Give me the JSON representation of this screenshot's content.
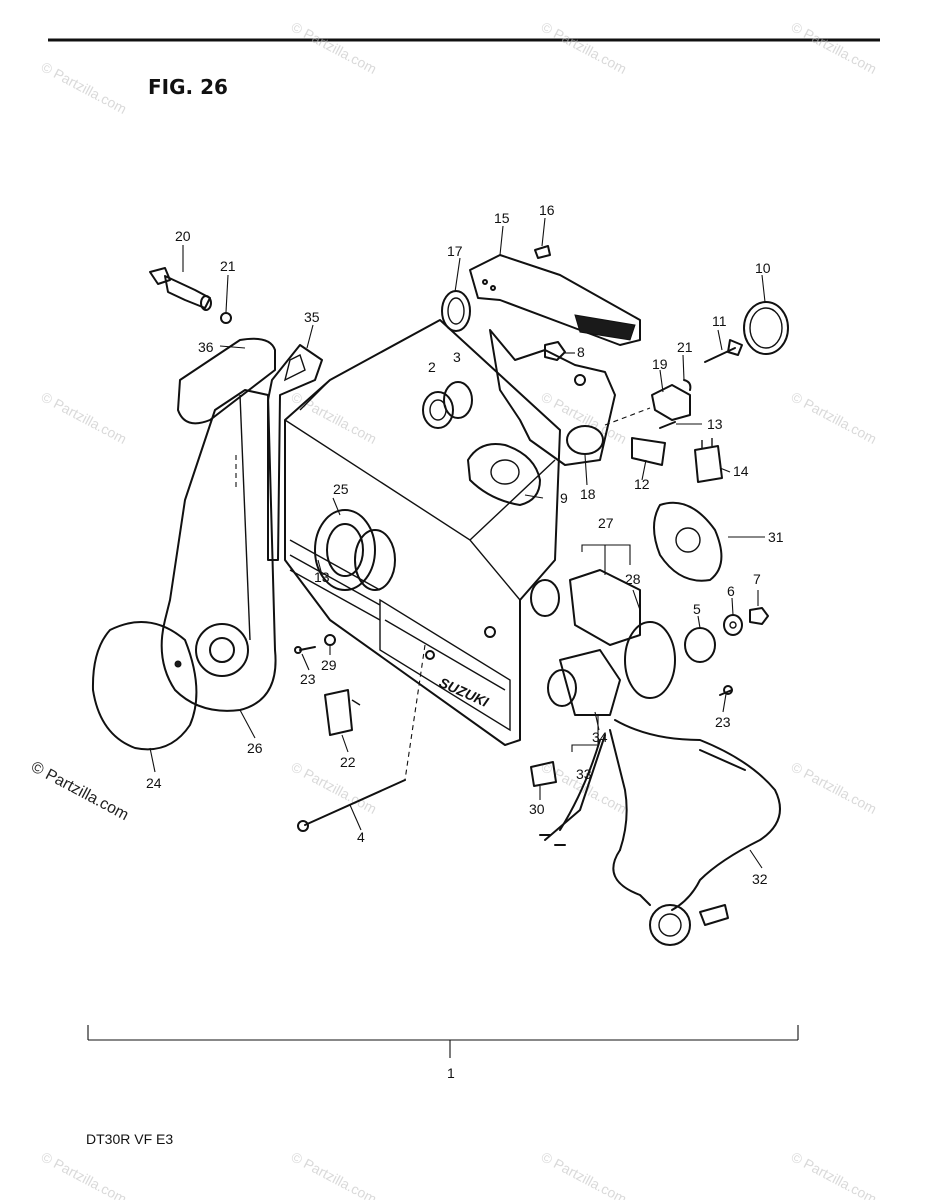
{
  "figure_title": "FIG. 26",
  "model_code": "DT30R VF E3",
  "brand_mark": "SUZUKI",
  "watermark": "© Partzilla.com",
  "part_labels": {
    "p1": "1",
    "p2": "2",
    "p3": "3",
    "p4": "4",
    "p5": "5",
    "p6": "6",
    "p7": "7",
    "p8": "8",
    "p9": "9",
    "p10": "10",
    "p11": "11",
    "p12": "12",
    "p13a": "13",
    "p13b": "13",
    "p14": "14",
    "p15": "15",
    "p16": "16",
    "p17": "17",
    "p18": "18",
    "p19": "19",
    "p20": "20",
    "p21a": "21",
    "p21b": "21",
    "p22": "22",
    "p23a": "23",
    "p23b": "23",
    "p24": "24",
    "p25": "25",
    "p26": "26",
    "p27": "27",
    "p28": "28",
    "p29": "29",
    "p30": "30",
    "p31": "31",
    "p32": "32",
    "p33": "33",
    "p34": "34",
    "p35": "35",
    "p36": "36"
  }
}
